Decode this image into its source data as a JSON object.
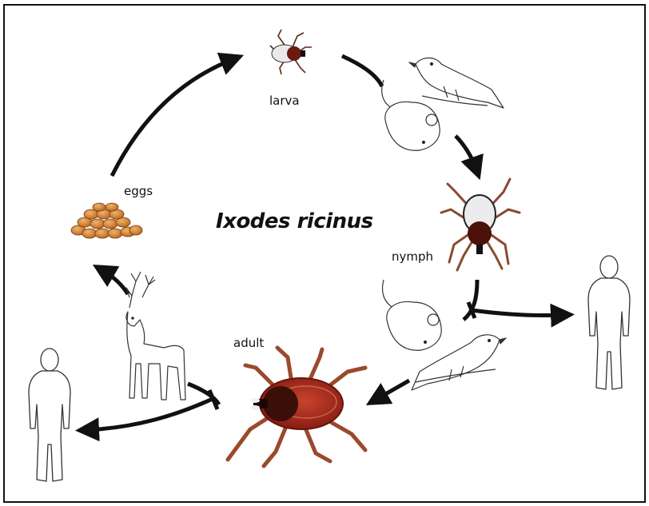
{
  "diagram": {
    "title": "Ixodes ricinus",
    "stages": {
      "larva": "larva",
      "nymph": "nymph",
      "adult": "adult",
      "eggs": "eggs"
    },
    "colors": {
      "line": "#111111",
      "tick_body": "#8b1e14",
      "tick_legs": "#9a4a2c",
      "tick_scutum": "#3a0f08",
      "nymph_abdomen": "#ececec",
      "egg": "#c9772b",
      "egg_highlight": "#f0b46a"
    },
    "icons": [
      "larva-tick-icon",
      "nymph-tick-icon",
      "adult-tick-icon",
      "egg-cluster-icon",
      "bird-icon",
      "mouse-icon",
      "deer-icon",
      "human-icon"
    ]
  }
}
